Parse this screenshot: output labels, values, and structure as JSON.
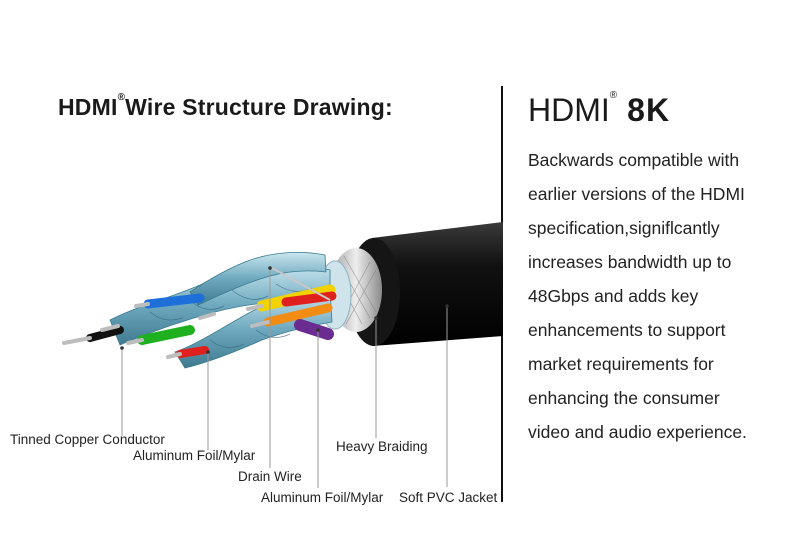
{
  "left_title": {
    "brand": "HDMI",
    "mark": "®",
    "rest": "Wire Structure Drawing:"
  },
  "right_title": {
    "brand": "HDMI",
    "mark": "®",
    "version": "8K"
  },
  "description_lines": [
    "Backwards compatible with",
    "earlier versions of the HDMI",
    "specification,signiflcantly",
    "increases bandwidth up to",
    "48Gbps and adds key",
    "enhancements to support",
    "market requirements for",
    "enhancing the consumer",
    "video and audio experience."
  ],
  "labels": {
    "tinned_copper": "Tinned Copper Conductor",
    "foil_1": "Aluminum Foil/Mylar",
    "drain_wire": "Drain Wire",
    "foil_2": "Aluminum Foil/Mylar",
    "braiding": "Heavy Braiding",
    "jacket": "Soft PVC Jacket"
  },
  "colors": {
    "jacket": "#0d0d0d",
    "shield": "#7fb6c9",
    "wire_blue": "#1e6fd9",
    "wire_yellow": "#f2d200",
    "wire_red": "#e0201c",
    "wire_green": "#1fb01f",
    "wire_orange": "#f28c12",
    "wire_purple": "#6a2c91",
    "wire_black": "#111111",
    "copper": "#d6d6d6"
  }
}
